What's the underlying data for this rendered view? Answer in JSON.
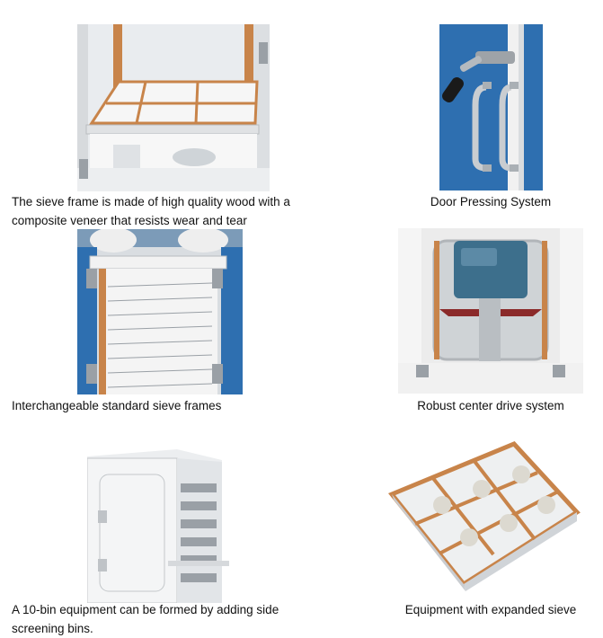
{
  "items": [
    {
      "caption": "The sieve frame is made of high quality wood with a composite veneer that resists wear and tear",
      "photo": "sieve-frame-wood-photo"
    },
    {
      "caption": "Door Pressing System",
      "photo": "door-pressing-system-photo"
    },
    {
      "caption": "Interchangeable standard sieve frames",
      "photo": "interchangeable-sieve-frames-photo"
    },
    {
      "caption": "Robust center drive system",
      "photo": "center-drive-system-photo"
    },
    {
      "caption": "A 10-bin equipment can be formed by adding side screening bins.",
      "photo": "ten-bin-equipment-photo"
    },
    {
      "caption": "Equipment with expanded sieve",
      "photo": "expanded-sieve-photo"
    }
  ],
  "colors": {
    "steel_blue": "#2e6fb0",
    "wood": "#c8844a",
    "panel_white": "#f2f2f2",
    "motor": "#3d6f8c"
  }
}
